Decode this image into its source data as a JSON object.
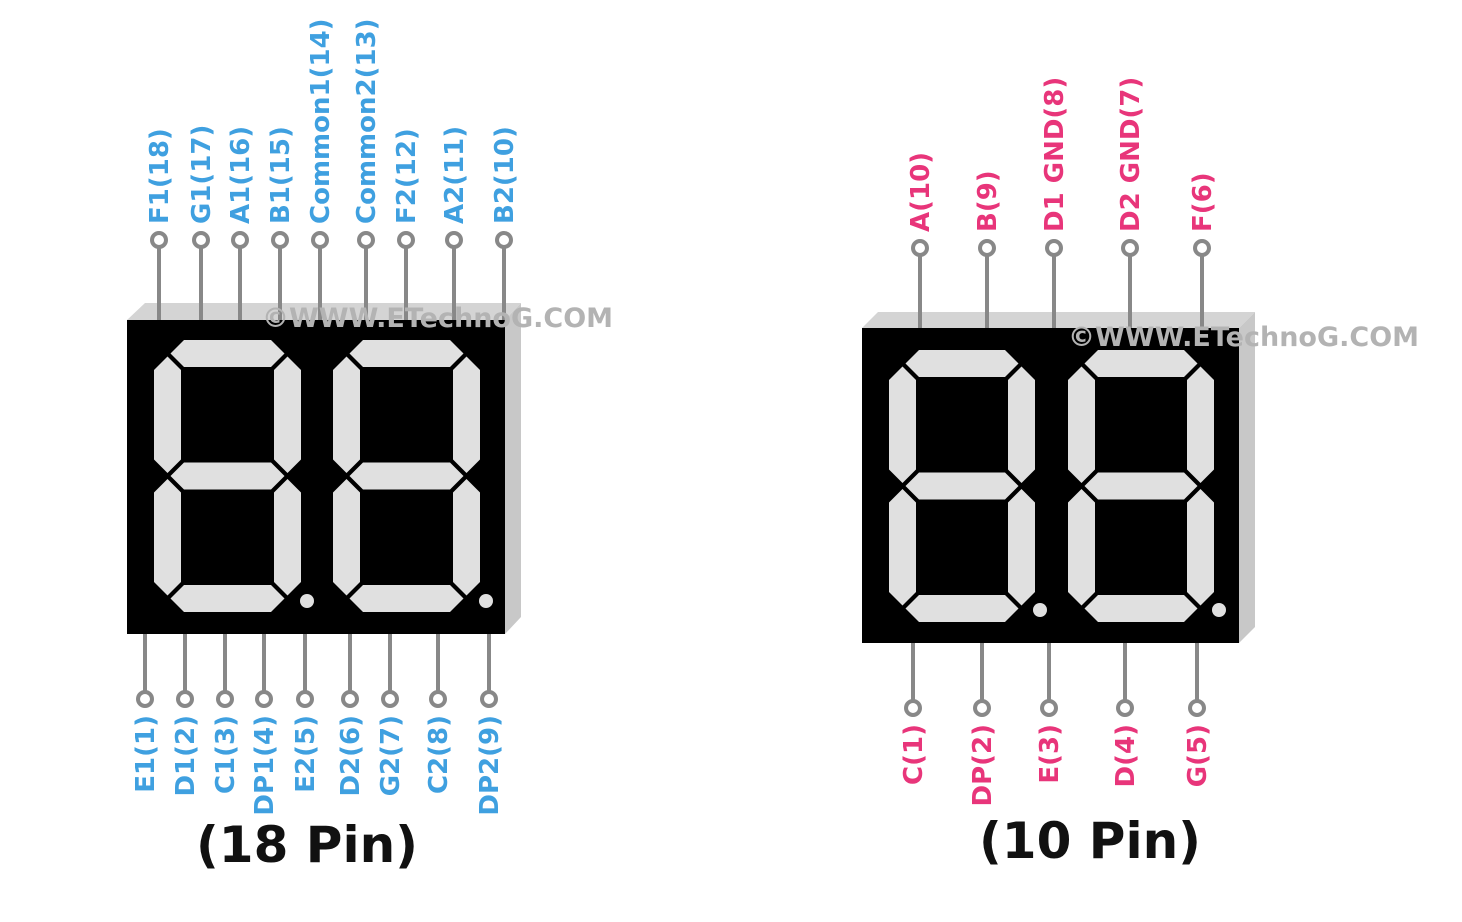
{
  "colors": {
    "blue_labels": "#3fa0e0",
    "pink_labels": "#e8357a",
    "body": "#000000",
    "segment": "#e0e0e0",
    "side": "#cfcfcf",
    "pin": "#888888"
  },
  "left_display": {
    "caption": "(18 Pin)",
    "watermark": "©WWW.ETechnoG.COM",
    "top_pins": [
      "F1(18)",
      "G1(17)",
      "A1(16)",
      "B1(15)",
      "Common1(14)",
      "Common2(13)",
      "F2(12)",
      "A2(11)",
      "B2(10)"
    ],
    "bottom_pins": [
      "E1(1)",
      "D1(2)",
      "C1(3)",
      "DP1(4)",
      "E2(5)",
      "D2(6)",
      "G2(7)",
      "C2(8)",
      "DP2(9)"
    ]
  },
  "right_display": {
    "caption": "(10 Pin)",
    "watermark": "©WWW.ETechnoG.COM",
    "top_pins": [
      "A(10)",
      "B(9)",
      "D1 GND(8)",
      "D2 GND(7)",
      "F(6)"
    ],
    "bottom_pins": [
      "C(1)",
      "DP(2)",
      "E(3)",
      "D(4)",
      "G(5)"
    ]
  }
}
